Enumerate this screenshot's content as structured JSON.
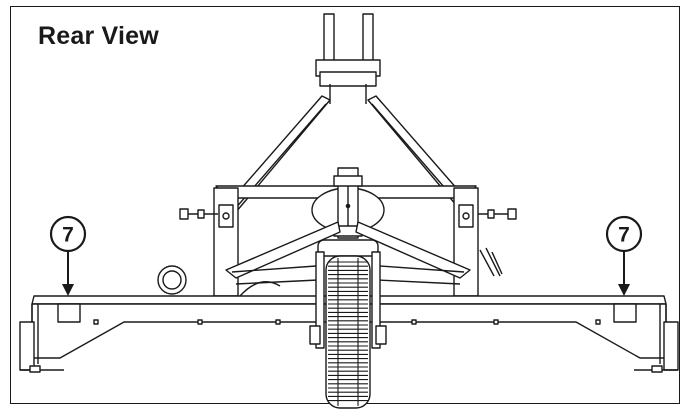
{
  "title": "Rear View",
  "callouts": [
    {
      "label": "7"
    },
    {
      "label": "7"
    }
  ],
  "colors": {
    "line": "#1a1a1a",
    "background": "#ffffff"
  }
}
